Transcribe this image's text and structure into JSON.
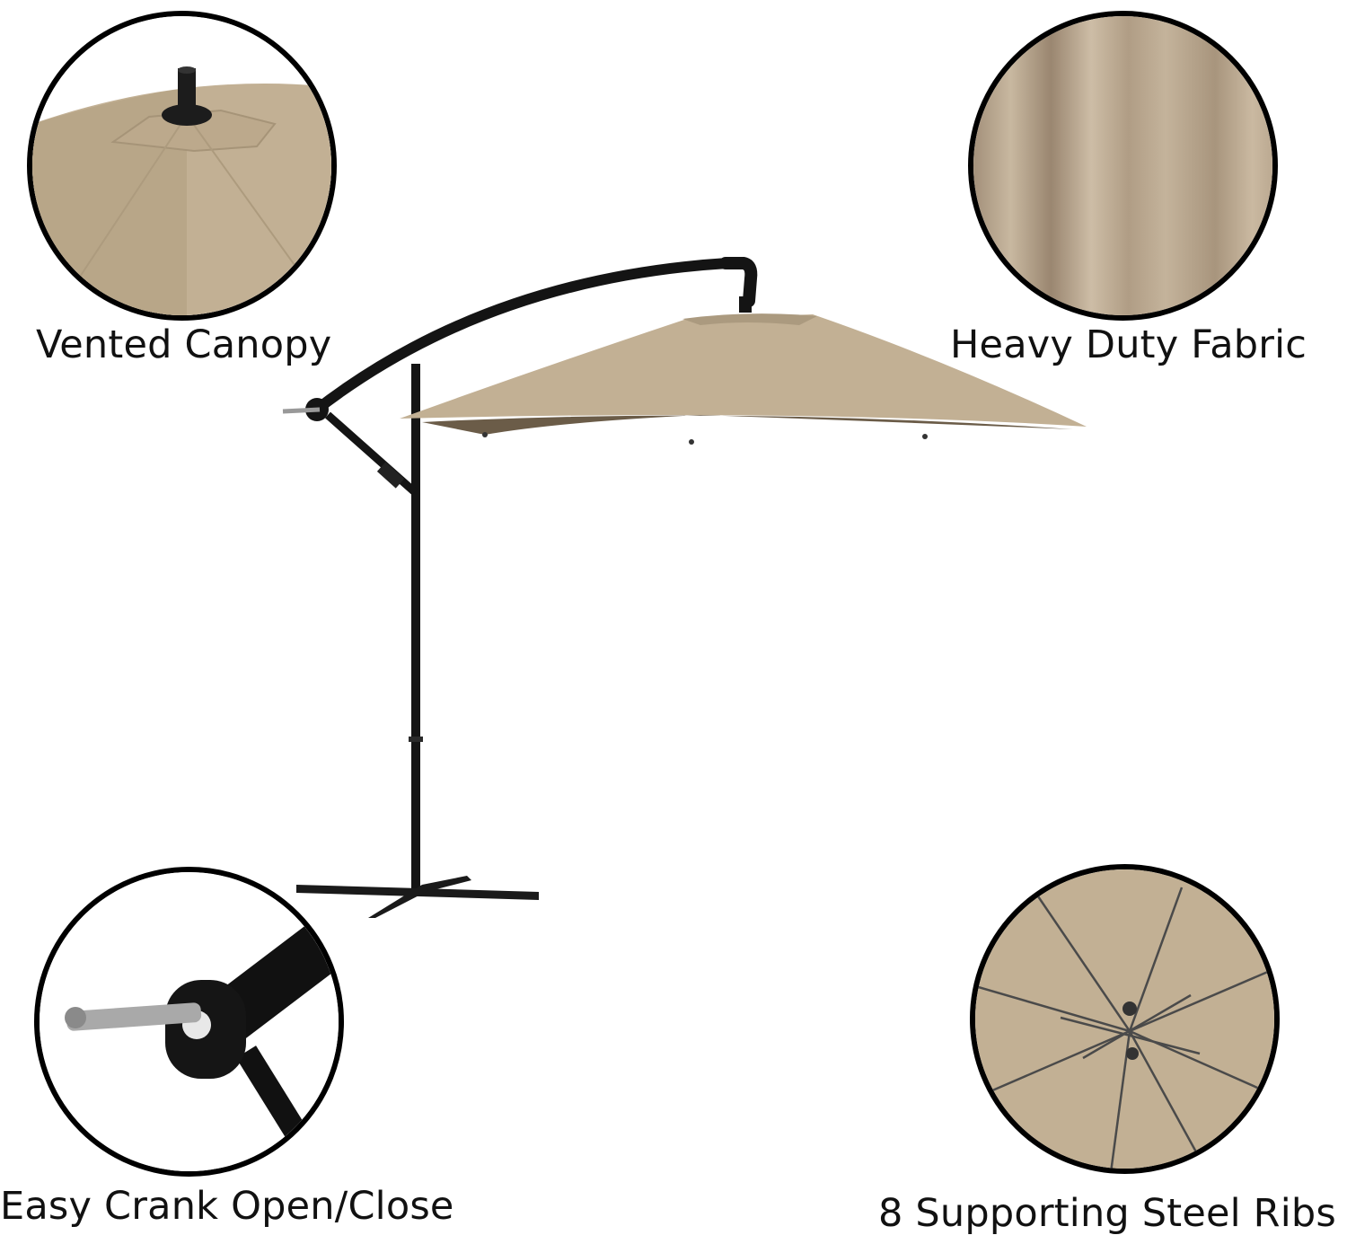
{
  "features": {
    "vented_canopy": "Vented Canopy",
    "heavy_duty_fabric": "Heavy Duty Fabric",
    "easy_crank": "Easy Crank Open/Close",
    "steel_ribs": "8 Supporting Steel Ribs"
  },
  "colors": {
    "canopy": "#c2b094",
    "canopy_shadow": "#6b5c48",
    "frame": "#141414",
    "background": "#ffffff"
  }
}
